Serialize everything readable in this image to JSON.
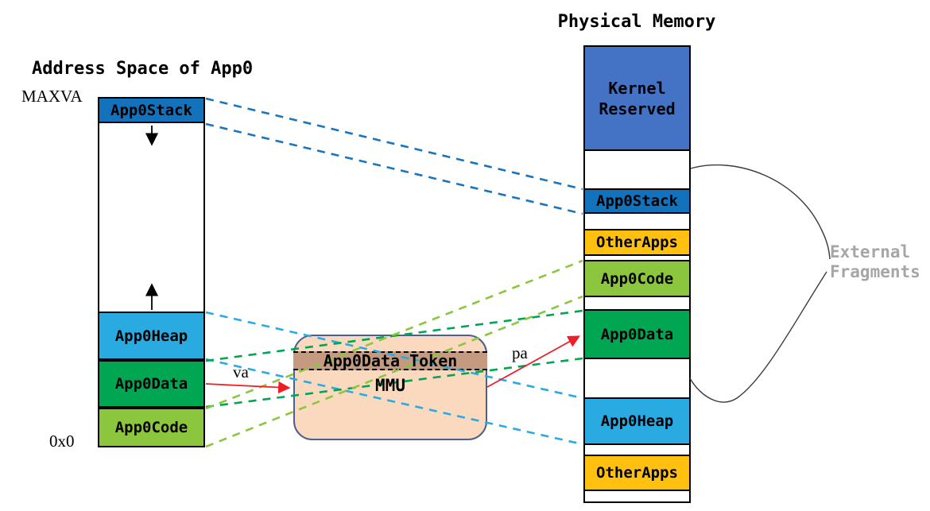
{
  "address_space": {
    "title": "Address Space of App0",
    "max_label": "MAXVA",
    "min_label": "0x0",
    "segments": {
      "stack": "App0Stack",
      "heap": "App0Heap",
      "data": "App0Data",
      "code": "App0Code"
    }
  },
  "physical_memory": {
    "title": "Physical Memory",
    "segments": {
      "kernel": "Kernel Reserved",
      "stack": "App0Stack",
      "other_top": "OtherApps",
      "code": "App0Code",
      "data": "App0Data",
      "heap": "App0Heap",
      "other_bottom": "OtherApps"
    }
  },
  "mmu": {
    "token_label": "App0Data Token",
    "label": "MMU"
  },
  "arrows": {
    "va": "va",
    "pa": "pa"
  },
  "annotations": {
    "external_fragments_line1": "External",
    "external_fragments_line2": "Fragments"
  },
  "colors": {
    "app0stack": "#1272BC",
    "app0heap": "#29ABE2",
    "app0data": "#00A651",
    "app0code": "#8CC63F",
    "otherapps": "#FFC010",
    "kernel_reserved": "#4472C4",
    "mmu_fill": "#FBD9BF",
    "mmu_border": "#4E5F8D",
    "token_fill": "#C49B80",
    "red_arrow": "#EE1C25",
    "external_fragments_text": "#A6A6A6",
    "dashed_stack": "#1B75BC",
    "dashed_heap": "#29ABE2",
    "dashed_data": "#00A651",
    "dashed_code": "#8CC63F"
  }
}
